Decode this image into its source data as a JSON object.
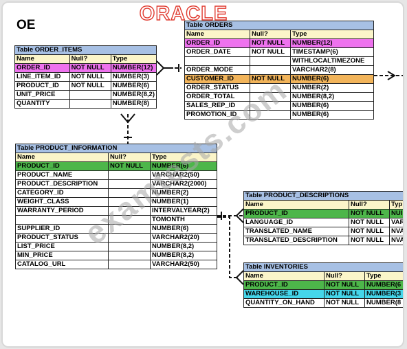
{
  "brand": "ORACLE",
  "schema": "OE",
  "watermark": "examtests.com",
  "colors": {
    "title_bar": "#a7c0e4",
    "header_row": "#fbf5c9",
    "pink": "#ee72ee",
    "orange": "#f2b45a",
    "green": "#4db64a",
    "cyan": "#45d6ea"
  },
  "tables": {
    "order_items": {
      "title": "Table ORDER_ITEMS",
      "headers": [
        "Name",
        "Null?",
        "Type"
      ],
      "rows": [
        [
          "ORDER_ID",
          "NOT NULL",
          "NUMBER(12)"
        ],
        [
          "LINE_ITEM_ID",
          "NOT NULL",
          "NUMBER(3)"
        ],
        [
          "PRODUCT_ID",
          "NOT NULL",
          "NUMBER(6)"
        ],
        [
          "UNIT_PRICE",
          "",
          "NUMBER(8,2)"
        ],
        [
          "QUANTITY",
          "",
          "NUMBER(8)"
        ]
      ]
    },
    "orders": {
      "title": "Table ORDERS",
      "headers": [
        "Name",
        "Null?",
        "Type"
      ],
      "rows": [
        [
          "ORDER_ID",
          "NOT NULL",
          "NUMBER(12)"
        ],
        [
          "ORDER_DATE",
          "NOT NULL",
          "TIMESTAMP(6)"
        ],
        [
          "",
          "",
          "WITHLOCALTIMEZONE"
        ],
        [
          "ORDER_MODE",
          "",
          "VARCHAR2(8)"
        ],
        [
          "CUSTOMER_ID",
          "NOT NULL",
          "NUMBER(6)"
        ],
        [
          "ORDER_STATUS",
          "",
          "NUMBER(2)"
        ],
        [
          "ORDER_TOTAL",
          "",
          "NUMBER(8,2)"
        ],
        [
          "SALES_REP_ID",
          "",
          "NUMBER(6)"
        ],
        [
          "PROMOTION_ID",
          "",
          "NUMBER(6)"
        ]
      ]
    },
    "product_information": {
      "title": "Table PRODUCT_INFORMATION",
      "headers": [
        "Name",
        "Null?",
        "Type"
      ],
      "rows": [
        [
          "PRODUCT_ID",
          "NOT NULL",
          "NUMBER(6)"
        ],
        [
          "PRODUCT_NAME",
          "",
          "VARCHAR2(50)"
        ],
        [
          "PRODUCT_DESCRIPTION",
          "",
          "VARCHAR2(2000)"
        ],
        [
          "CATEGORY_ID",
          "",
          "NUMBER(2)"
        ],
        [
          "WEIGHT_CLASS",
          "",
          "NUMBER(1)"
        ],
        [
          "WARRANTY_PERIOD",
          "",
          "INTERVALYEAR(2)"
        ],
        [
          "",
          "",
          "TOMONTH"
        ],
        [
          "SUPPLIER_ID",
          "",
          "NUMBER(6)"
        ],
        [
          "PRODUCT_STATUS",
          "",
          "VARCHAR2(20)"
        ],
        [
          "LIST_PRICE",
          "",
          "NUMBER(8,2)"
        ],
        [
          "MIN_PRICE",
          "",
          "NUMBER(8,2)"
        ],
        [
          "CATALOG_URL",
          "",
          "VARCHAR2(50)"
        ]
      ]
    },
    "product_descriptions": {
      "title": "Table PRODUCT_DESCRIPTIONS",
      "headers": [
        "Name",
        "Null?",
        "Typ"
      ],
      "rows": [
        [
          "PRODUCT_ID",
          "NOT NULL",
          "NUI"
        ],
        [
          "LANGUAGE_ID",
          "NOT NULL",
          "VAR"
        ],
        [
          "TRANSLATED_NAME",
          "NOT NULL",
          "NVA"
        ],
        [
          "TRANSLATED_DESCRIPTION",
          "NOT NULL",
          "NVA"
        ]
      ]
    },
    "inventories": {
      "title": "Table INVENTORIES",
      "headers": [
        "Name",
        "Null?",
        "Type"
      ],
      "rows": [
        [
          "PRODUCT_ID",
          "NOT NULL",
          "NUMBER(6"
        ],
        [
          "WAREHOUSE_ID",
          "NOT NULL",
          "NUMBER(3"
        ],
        [
          "QUANTITY_ON_HAND",
          "NOT NULL",
          "NUMBER(8"
        ]
      ]
    }
  }
}
